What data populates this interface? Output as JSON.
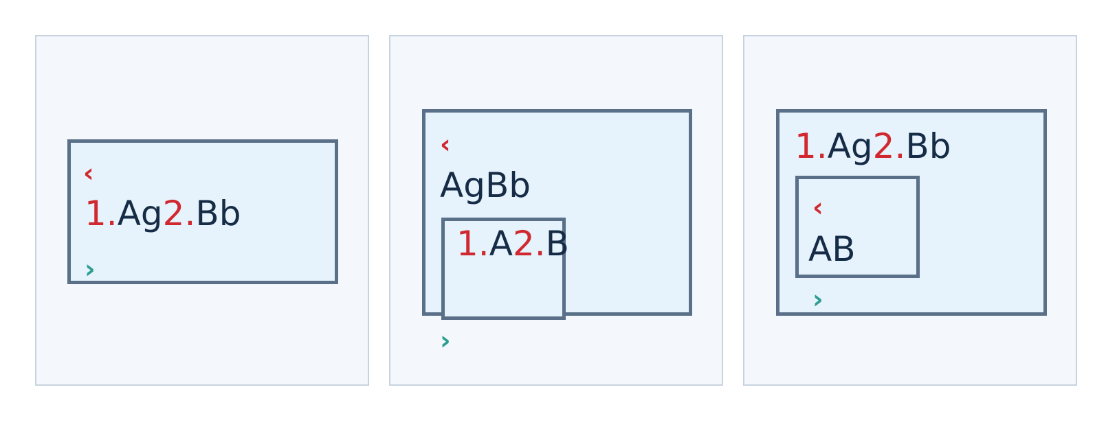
{
  "colors": {
    "panel_border": "#c8d3e0",
    "panel_fill": "#f4f8fc",
    "box_border": "#5a7088",
    "box_fill": "#e6f3fc",
    "text": "#162c46",
    "marker": "#d0282e",
    "open_chevron": "#d0282e",
    "close_chevron": "#2a9d8f"
  },
  "panels": [
    {
      "open": "‹",
      "close": "›",
      "text": {
        "m1": "1.",
        "a": "Ag",
        "m2": "2.",
        "b": "Bb"
      }
    },
    {
      "open": "‹",
      "close": "›",
      "outer_text": "AgBb",
      "inner_text": {
        "m1": "1.",
        "a": "A",
        "m2": "2.",
        "b": "B"
      }
    },
    {
      "open": "‹",
      "close": "›",
      "outer_text": {
        "m1": "1.",
        "a": "Ag",
        "m2": "2.",
        "b": "Bb"
      },
      "inner_text": "AB"
    }
  ]
}
